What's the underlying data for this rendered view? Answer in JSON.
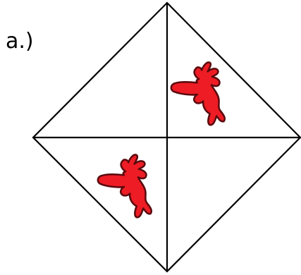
{
  "figure": {
    "part_label": "a.)"
  },
  "colors": {
    "outline": "#000000",
    "shape_fill": "#ee1c24",
    "shape_stroke": "#5a0a0e",
    "background": "#ffffff"
  },
  "shapes": [
    {
      "name": "splat-shape-upper-right",
      "quadrant": "upper-right"
    },
    {
      "name": "splat-shape-lower-left",
      "quadrant": "lower-left"
    }
  ]
}
